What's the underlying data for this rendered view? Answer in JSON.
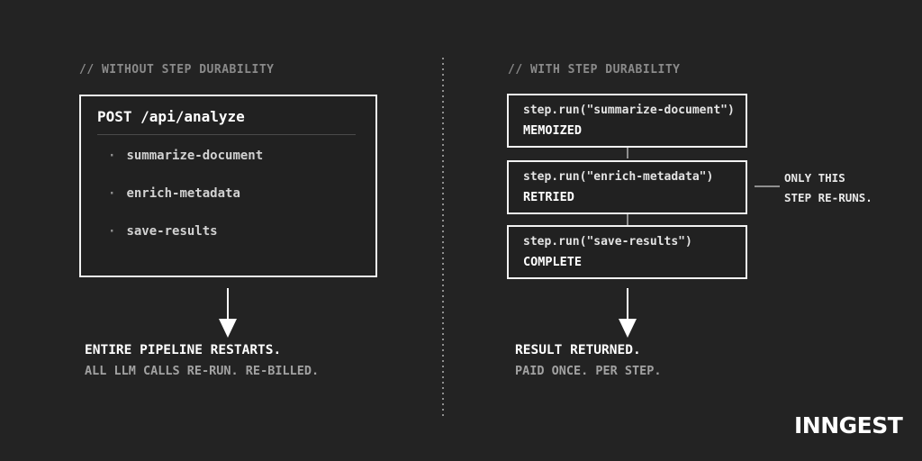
{
  "colors": {
    "background": "#232323",
    "box_border": "#f2f2f2",
    "header_gray": "#8a8a8a",
    "primary_text": "#ffffff",
    "secondary_text": "#a2a2a2",
    "code_text": "#e4e4e4"
  },
  "left": {
    "header": "// WITHOUT STEP DURABILITY",
    "request_box": {
      "title": "POST /api/analyze",
      "bullet": "·",
      "steps": [
        "summarize-document",
        "enrich-metadata",
        "save-results"
      ]
    },
    "outcome": {
      "line1": "ENTIRE PIPELINE RESTARTS.",
      "line2": "ALL LLM CALLS RE-RUN. RE-BILLED."
    }
  },
  "right": {
    "header": "// WITH STEP DURABILITY",
    "boxes": [
      {
        "code": "step.run(\"summarize-document\")",
        "status": "MEMOIZED"
      },
      {
        "code": "step.run(\"enrich-metadata\")",
        "status": "RETRIED"
      },
      {
        "code": "step.run(\"save-results\")",
        "status": "COMPLETE"
      }
    ],
    "side_note": {
      "line1": "ONLY THIS",
      "line2": "STEP RE-RUNS."
    },
    "outcome": {
      "line1": "RESULT RETURNED.",
      "line2": "PAID ONCE. PER STEP."
    }
  },
  "footer": {
    "logo": "INNGEST"
  }
}
